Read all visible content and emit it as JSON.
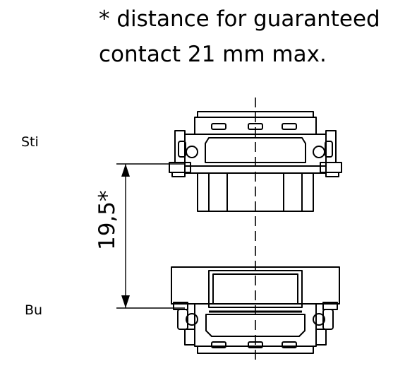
{
  "note": {
    "line1": "* distance for guaranteed",
    "line2": "contact 21 mm max."
  },
  "labels": {
    "top_part": "Sti",
    "bottom_part": "Bu"
  },
  "dimension": {
    "value_text": "19,5*"
  }
}
